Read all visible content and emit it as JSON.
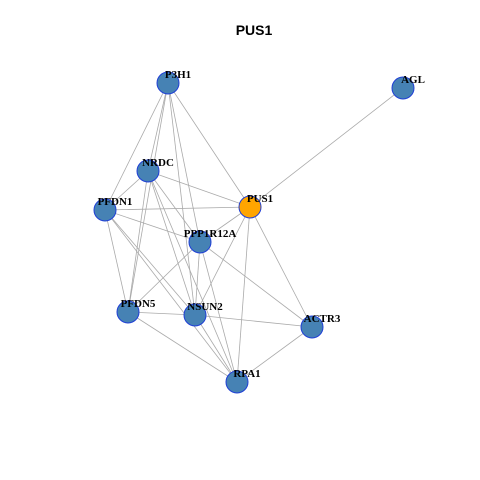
{
  "title": "PUS1",
  "colors": {
    "node_fill": "#4682b4",
    "node_stroke": "#1f3fd6",
    "highlight_fill": "#ffa500",
    "edge": "#aaaaaa",
    "label": "#000000",
    "background": "#ffffff"
  },
  "nodes": [
    {
      "id": "P3H1",
      "label": "P3H1",
      "highlight": false
    },
    {
      "id": "AGL",
      "label": "AGL",
      "highlight": false
    },
    {
      "id": "NRDC",
      "label": "NRDC",
      "highlight": false
    },
    {
      "id": "PUS1",
      "label": "PUS1",
      "highlight": true
    },
    {
      "id": "PFDN1",
      "label": "PFDN1",
      "highlight": false
    },
    {
      "id": "PPP1R12A",
      "label": "PPP1R12A",
      "highlight": false
    },
    {
      "id": "PFDN5",
      "label": "PFDN5",
      "highlight": false
    },
    {
      "id": "NSUN2",
      "label": "NSUN2",
      "highlight": false
    },
    {
      "id": "ACTR3",
      "label": "ACTR3",
      "highlight": false
    },
    {
      "id": "RPA1",
      "label": "RPA1",
      "highlight": false
    }
  ],
  "edges": [
    [
      "AGL",
      "PUS1"
    ],
    [
      "P3H1",
      "NRDC"
    ],
    [
      "P3H1",
      "PFDN1"
    ],
    [
      "P3H1",
      "PUS1"
    ],
    [
      "P3H1",
      "PPP1R12A"
    ],
    [
      "P3H1",
      "PFDN5"
    ],
    [
      "P3H1",
      "NSUN2"
    ],
    [
      "NRDC",
      "PFDN1"
    ],
    [
      "NRDC",
      "PUS1"
    ],
    [
      "NRDC",
      "PPP1R12A"
    ],
    [
      "NRDC",
      "PFDN5"
    ],
    [
      "NRDC",
      "NSUN2"
    ],
    [
      "NRDC",
      "RPA1"
    ],
    [
      "PFDN1",
      "PUS1"
    ],
    [
      "PFDN1",
      "PPP1R12A"
    ],
    [
      "PFDN1",
      "PFDN5"
    ],
    [
      "PFDN1",
      "NSUN2"
    ],
    [
      "PFDN1",
      "RPA1"
    ],
    [
      "PUS1",
      "PPP1R12A"
    ],
    [
      "PUS1",
      "NSUN2"
    ],
    [
      "PUS1",
      "ACTR3"
    ],
    [
      "PUS1",
      "RPA1"
    ],
    [
      "PPP1R12A",
      "PFDN5"
    ],
    [
      "PPP1R12A",
      "NSUN2"
    ],
    [
      "PPP1R12A",
      "ACTR3"
    ],
    [
      "PPP1R12A",
      "RPA1"
    ],
    [
      "PFDN5",
      "NSUN2"
    ],
    [
      "PFDN5",
      "RPA1"
    ],
    [
      "NSUN2",
      "ACTR3"
    ],
    [
      "NSUN2",
      "RPA1"
    ],
    [
      "ACTR3",
      "RPA1"
    ]
  ]
}
